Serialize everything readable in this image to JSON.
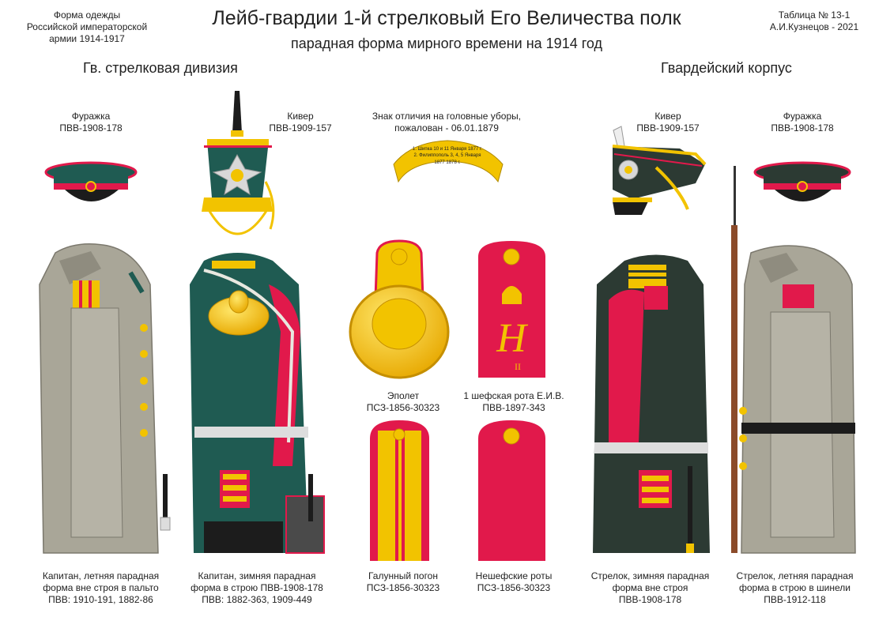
{
  "header": {
    "title": "Лейб-гвардии 1-й стрелковый Его Величества полк",
    "subtitle": "парадная форма мирного времени на 1914 год",
    "top_left": [
      "Форма одежды",
      "Российской императорской",
      "армии  1914-1917"
    ],
    "top_right": [
      "Таблица № 13-1",
      "А.И.Кузнецов - 2021"
    ],
    "division_left": "Гв. стрелковая дивизия",
    "division_right": "Гвардейский корпус"
  },
  "labels": {
    "cap_left": [
      "Фуражка",
      "ПВВ-1908-178"
    ],
    "shako_left": [
      "Кивер",
      "ПВВ-1909-157"
    ],
    "badge": [
      "Знак отличия на головные уборы,",
      "пожалован - 06.01.1879"
    ],
    "shako_right": [
      "Кивер",
      "ПВВ-1909-157"
    ],
    "cap_right": [
      "Фуражка",
      "ПВВ-1908-178"
    ],
    "epaulette": [
      "Эполет",
      "ПСЗ-1856-30323"
    ],
    "chef_company": [
      "1 шефская рота Е.И.В.",
      "ПВВ-1897-343"
    ]
  },
  "badge_text": [
    "1. Шипка 10 и 11 Января 1877 г.",
    "2. Филиппополь 3, 4, 5 Января",
    "1877 1878 г."
  ],
  "captions": [
    [
      "Капитан, летняя парадная",
      "форма вне строя в пальто",
      "ПВВ: 1910-191, 1882-86"
    ],
    [
      "Капитан, зимняя парадная",
      "форма в строю ПВВ-1908-178",
      "ПВВ: 1882-363, 1909-449"
    ],
    [
      "Галунный погон",
      "ПСЗ-1856-30323"
    ],
    [
      "Нешефские роты",
      "ПСЗ-1856-30323"
    ],
    [
      "Стрелок, зимняя парадная",
      "форма вне строя",
      "ПВВ-1908-178"
    ],
    [
      "Стрелок, летняя парадная",
      "форма в строю в шинели",
      "ПВВ-1912-118"
    ]
  ],
  "colors": {
    "green": "#1f5b52",
    "dark_green": "#2c3a33",
    "crimson": "#e1194b",
    "gold": "#f2c300",
    "grey": "#a9a698",
    "black": "#1c1c1c"
  }
}
